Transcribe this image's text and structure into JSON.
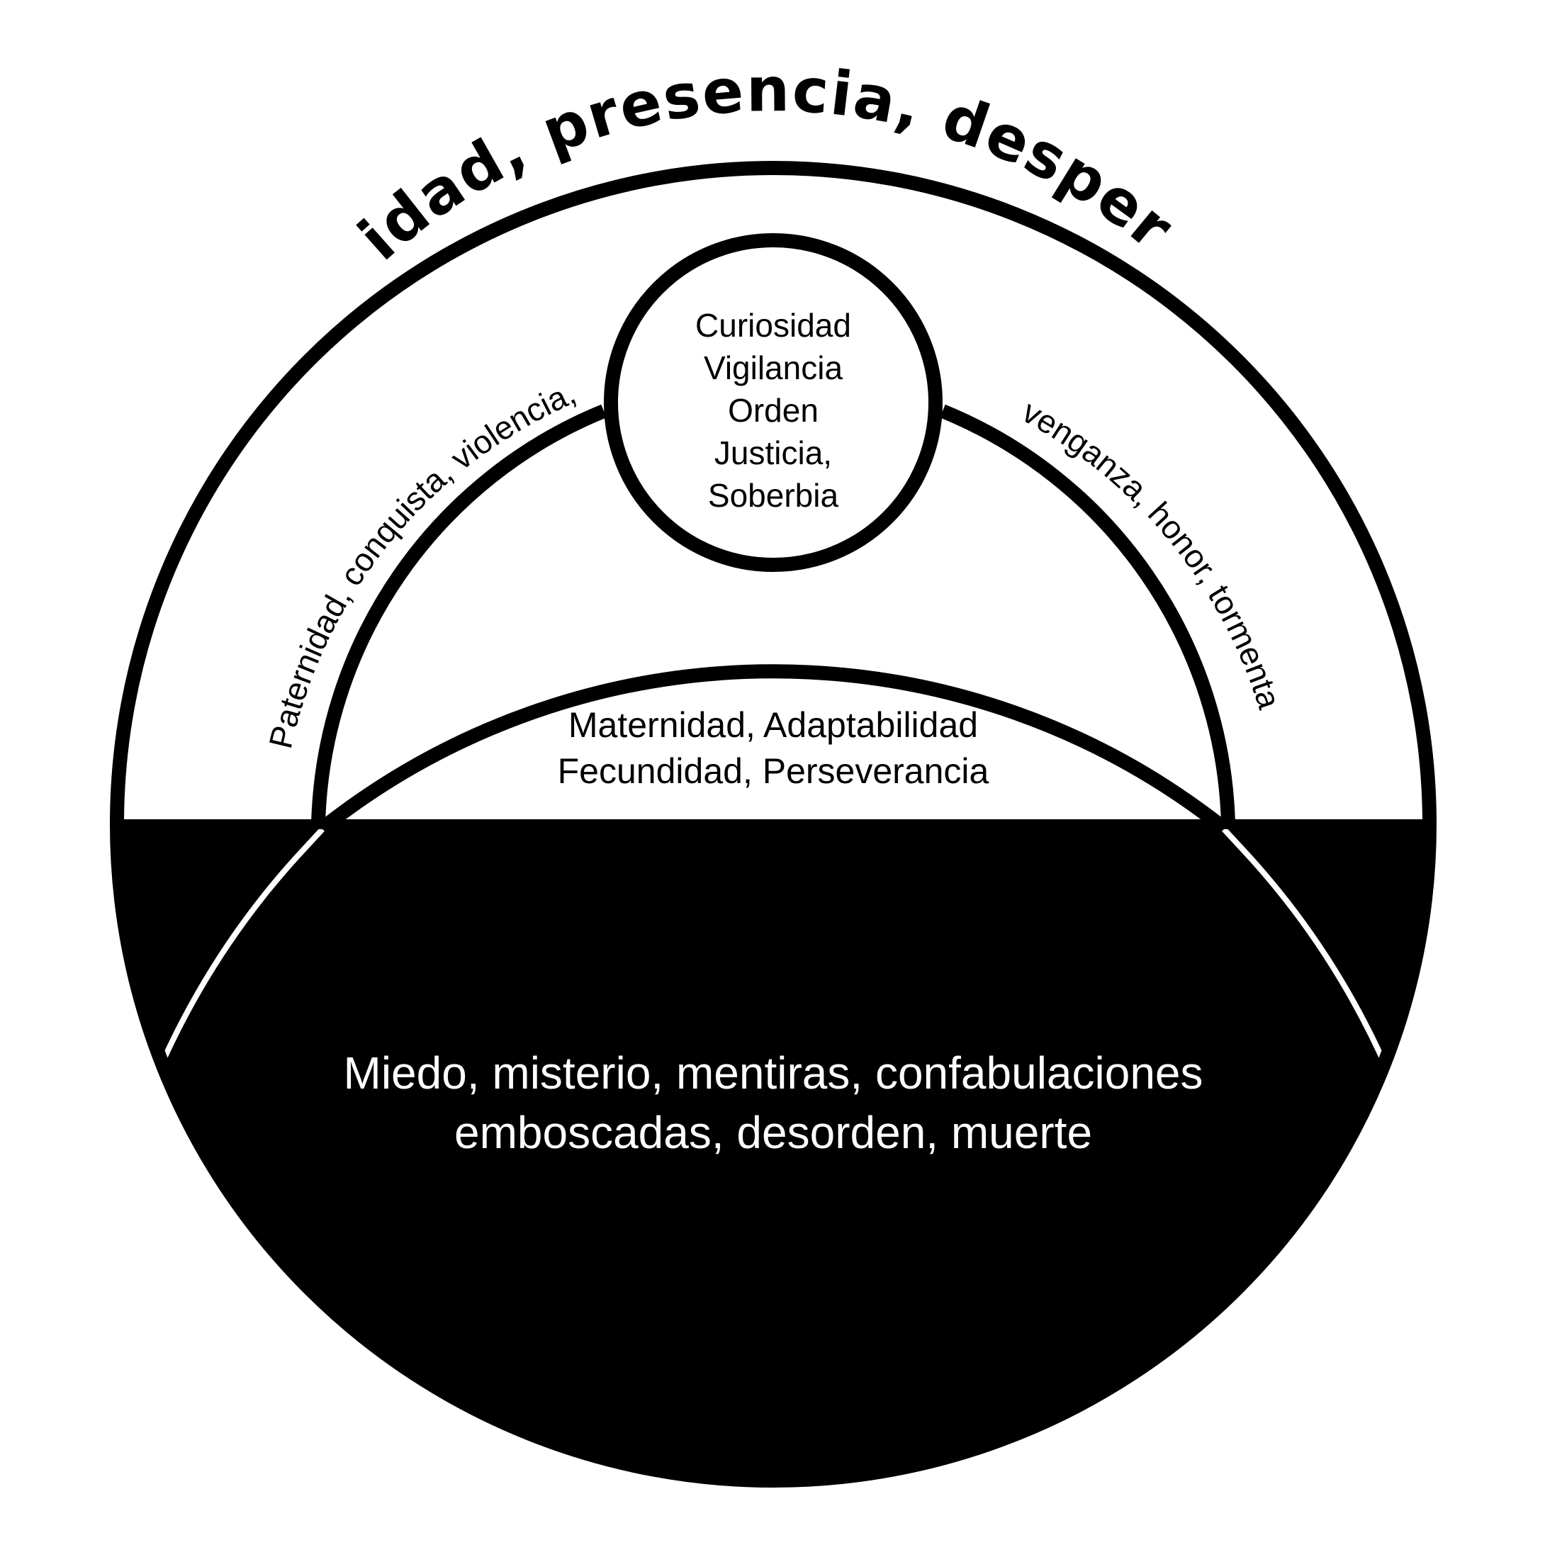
{
  "diagram": {
    "title": "unidad, presencia, despertar",
    "left_arc_text": "Paternidad, conquista, violencia,",
    "right_arc_text": "venganza, honor, tormenta",
    "center_lines": [
      "Curiosidad",
      "Vigilancia",
      "Orden",
      "Justicia,",
      "Soberbia"
    ],
    "middle_lines": [
      "Maternidad, Adaptabilidad",
      "Fecundidad, Perseverancia"
    ],
    "bottom_lines": [
      "Miedo, misterio, mentiras, confabulaciones",
      "emboscadas, desorden, muerte"
    ],
    "colors": {
      "ink": "#000000",
      "paper": "#ffffff"
    }
  }
}
